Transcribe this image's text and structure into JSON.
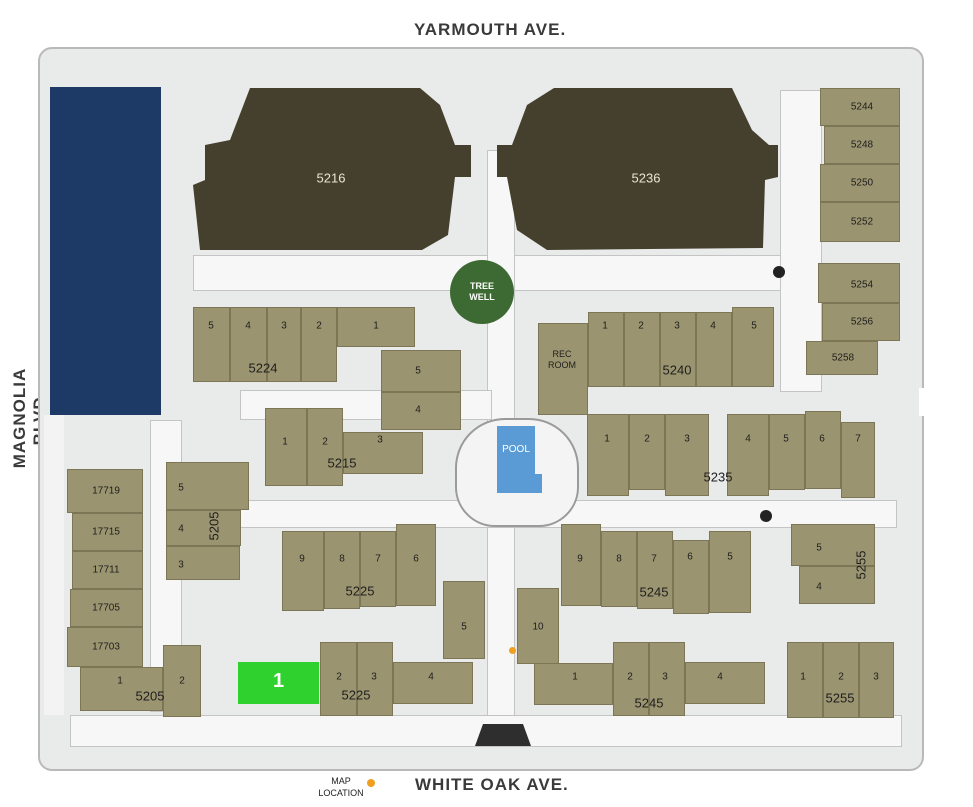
{
  "streets": {
    "north": "YARMOUTH AVE.",
    "south": "WHITE OAK AVE.",
    "west": "MAGNOLIA BLVD."
  },
  "buildings": {
    "b5216": "5216",
    "b5236": "5236",
    "b5224": "5224",
    "b5240": "5240",
    "b5215": "5215",
    "b5235": "5235",
    "b5205_mid": "5205",
    "b5225_mid": "5225",
    "b5245_mid": "5245",
    "b5255_right": "5255",
    "b5205_bottom": "5205",
    "b5225_bottom": "5225",
    "b5245_bottom": "5245",
    "b5255_bottom": "5255",
    "b5244": "5244",
    "b5248": "5248",
    "b5250": "5250",
    "b5252": "5252",
    "b5254": "5254",
    "b5256": "5256",
    "b5258": "5258",
    "b17719": "17719",
    "b17715": "17715",
    "b17711": "17711",
    "b17705": "17705",
    "b17703": "17703"
  },
  "amenities": {
    "tree_well": "TREE WELL",
    "rec_room": "REC ROOM",
    "pool": "POOL"
  },
  "highlight": {
    "label": "1",
    "color": "#2ed12e"
  },
  "legend": {
    "map_location": "MAP LOCATION",
    "marker_color": "#f0a020"
  },
  "colors": {
    "parking": "#1d3a66",
    "large_building": "#45402e",
    "unit_building": "#9b9470",
    "tree_well": "#3d6a33",
    "pool": "#5b9bd5"
  },
  "units": {
    "u5224": [
      "5",
      "4",
      "3",
      "2",
      "1"
    ],
    "u5240": [
      "1",
      "2",
      "3",
      "4",
      "5"
    ],
    "u_rec_stack": [
      "5",
      "4"
    ],
    "u5215": [
      "1",
      "2",
      "3"
    ],
    "u5235": [
      "1",
      "2",
      "3",
      "4",
      "5",
      "6",
      "7"
    ],
    "u5205_mid": [
      "5",
      "4",
      "3"
    ],
    "u5225_mid": [
      "9",
      "8",
      "7",
      "6"
    ],
    "u5245_mid": [
      "9",
      "8",
      "7",
      "6",
      "5"
    ],
    "u5255_right": [
      "5",
      "4"
    ],
    "u_center": [
      "5",
      "10"
    ],
    "u5205_bottom": [
      "1",
      "2"
    ],
    "u5225_bottom": [
      "2",
      "3",
      "4"
    ],
    "u5245_bottom": [
      "1",
      "2",
      "3",
      "4"
    ],
    "u5255_bottom": [
      "1",
      "2",
      "3"
    ]
  }
}
